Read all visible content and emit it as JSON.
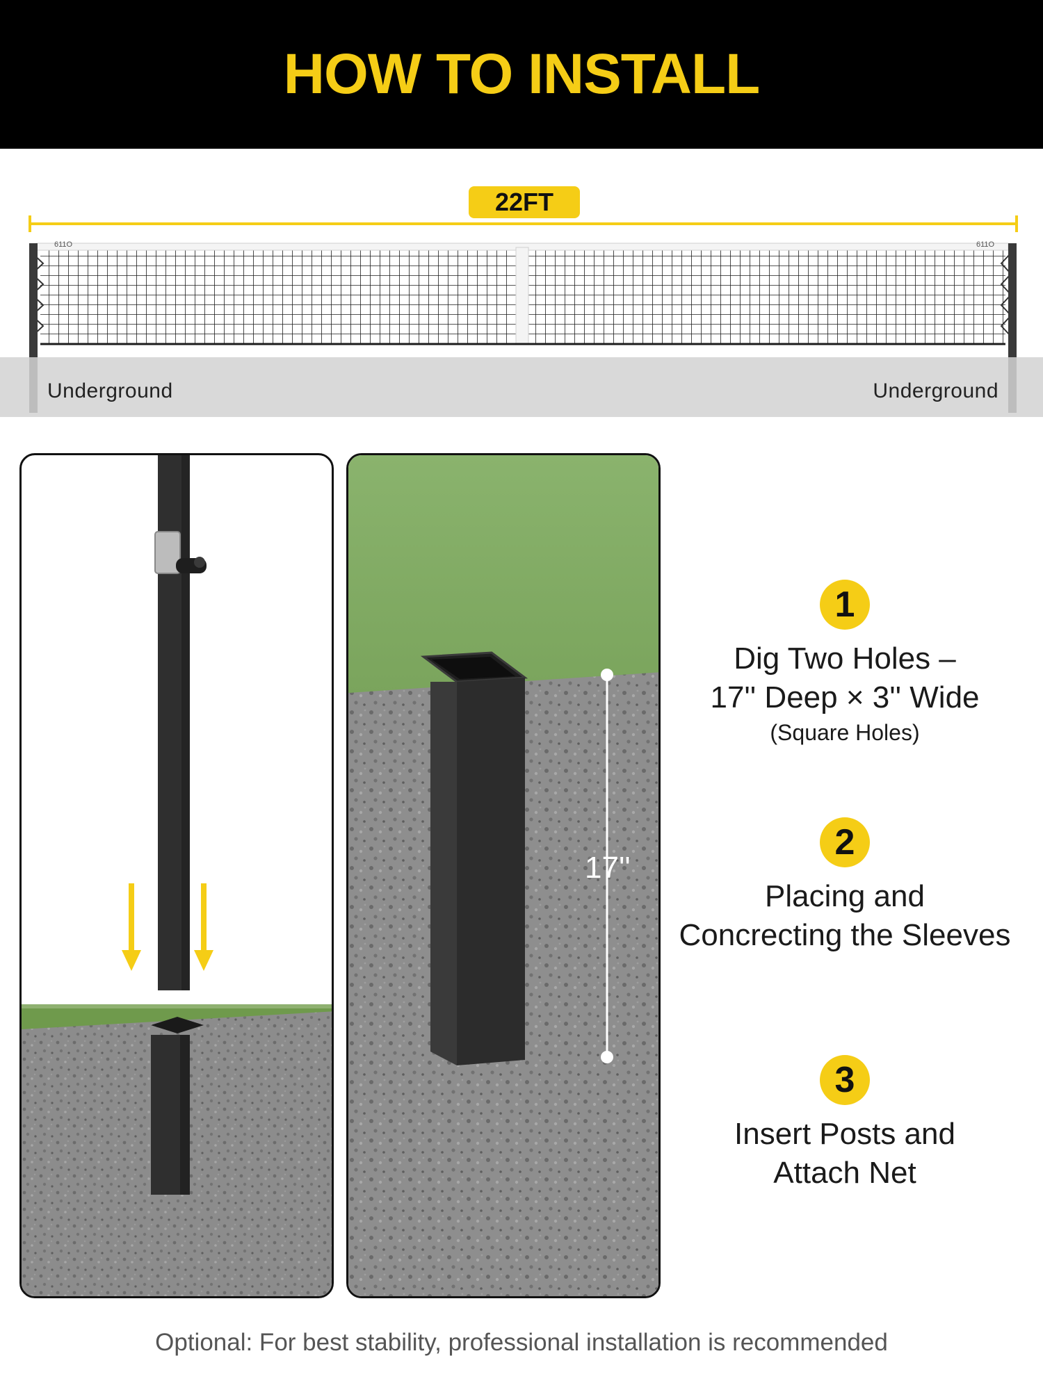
{
  "header": {
    "title": "HOW TO INSTALL"
  },
  "net": {
    "length_label": "22FT",
    "brand_left": "611O",
    "brand_right": "611O",
    "underground_left": "Underground",
    "underground_right": "Underground"
  },
  "illustrations": {
    "depth_label": "17''"
  },
  "steps": [
    {
      "number": "1",
      "line1": "Dig Two Holes –",
      "line2": "17'' Deep × 3'' Wide",
      "note": "(Square Holes)"
    },
    {
      "number": "2",
      "line1": "Placing and",
      "line2": "Concrecting the Sleeves"
    },
    {
      "number": "3",
      "line1": "Insert Posts and",
      "line2": "Attach Net"
    }
  ],
  "footer": {
    "text": "Optional: For best stability, professional installation is recommended"
  },
  "colors": {
    "accent": "#f5cd16",
    "header_bg": "#000000",
    "turf": "#8fb171",
    "concrete": "#8a8a8a",
    "post": "#2f2f2f"
  }
}
